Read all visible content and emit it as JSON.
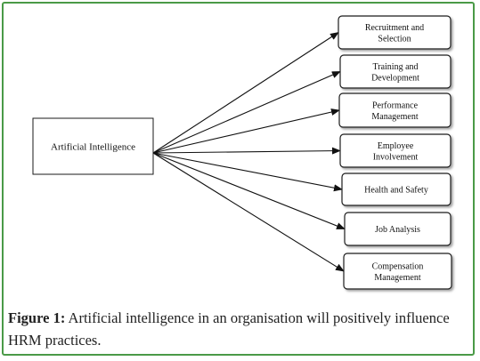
{
  "source": {
    "label": "Artificial Intelligence"
  },
  "targets": [
    {
      "lines": [
        "Recruitment and",
        "Selection"
      ]
    },
    {
      "lines": [
        "Training and",
        "Development"
      ]
    },
    {
      "lines": [
        "Performance",
        "Management"
      ]
    },
    {
      "lines": [
        "Employee",
        "Involvement"
      ]
    },
    {
      "lines": [
        "Health and Safety"
      ]
    },
    {
      "lines": [
        "Job Analysis"
      ]
    },
    {
      "lines": [
        "Compensation",
        "Management"
      ]
    }
  ],
  "caption": {
    "label": "Figure 1:",
    "text": " Artificial intelligence in an organisation will positively influence HRM practices."
  },
  "colors": {
    "frame": "#4a9a47",
    "box_border": "#1a1a1a",
    "arrow": "#111111"
  }
}
